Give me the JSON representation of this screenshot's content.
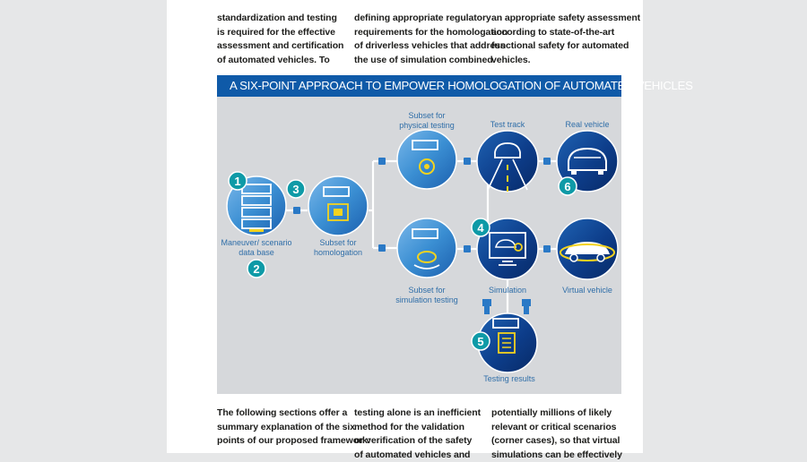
{
  "top_columns": [
    [
      "standardization and testing",
      "is required for the effective",
      "assessment and certification",
      "of automated vehicles. To"
    ],
    [
      "defining appropriate regulatory",
      "requirements for the homologation",
      "of driverless vehicles that address",
      "the use of simulation combined"
    ],
    [
      "an appropriate safety assessment",
      "according to state-of-the-art",
      "functional safety for automated",
      "vehicles."
    ]
  ],
  "bottom_columns": [
    [
      "The following sections offer a",
      "summary explanation of the six",
      "points of our proposed framework:"
    ],
    [
      "testing alone is an inefficient",
      "method for the validation",
      "or verification of the safety",
      "of automated vehicles and"
    ],
    [
      "potentially millions of likely",
      "relevant or critical scenarios",
      "(corner cases), so that virtual",
      "simulations can be effectively"
    ]
  ],
  "figure": {
    "title": "A SIX-POINT APPROACH TO EMPOWER HOMOLOGATION OF AUTOMATED VEHICLES",
    "labels": {
      "database": "Maneuver/ scenario data base",
      "homologation": "Subset for homologation",
      "physical": "Subset for physical testing",
      "simulation_subset": "Subset for simulation testing",
      "test_track": "Test track",
      "simulation": "Simulation",
      "real_vehicle": "Real vehicle",
      "virtual_vehicle": "Virtual vehicle",
      "testing_results": "Testing results"
    },
    "numbers": [
      "1",
      "2",
      "3",
      "4",
      "5",
      "6"
    ]
  },
  "colors": {
    "banner": "#0f5aa8",
    "panel": "#d6d8db",
    "circle_light": "#3b8fd3",
    "circle_dark": "#0d3d8a",
    "teal_badge": "#0e9aa7",
    "accent_yellow": "#f4d31f"
  }
}
